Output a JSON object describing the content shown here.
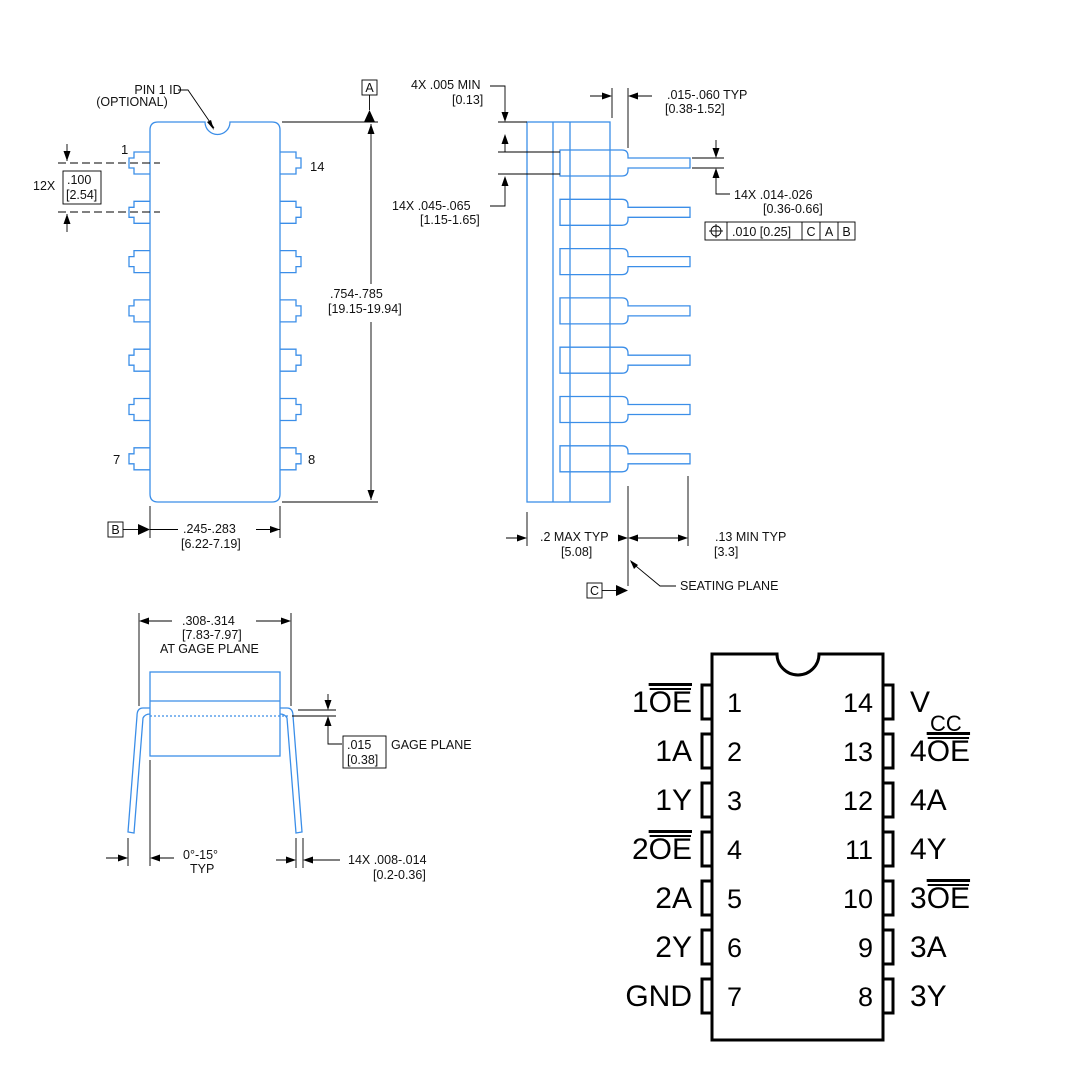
{
  "top_view": {
    "pin1_id": "PIN 1 ID",
    "pin1_optional": "(OPTIONAL)",
    "datum_a": "A",
    "datum_b": "B",
    "pin_1": "1",
    "pin_14": "14",
    "pin_7": "7",
    "pin_8": "8",
    "pitch_count": "12X",
    "pitch_in": ".100",
    "pitch_mm": "[2.54]",
    "length_in": ".754-.785",
    "length_mm": "[19.15-19.94]",
    "width_in": ".245-.283",
    "width_mm": "[6.22-7.19]"
  },
  "side_view": {
    "standoff_in": "4X .005 MIN",
    "standoff_mm": "[0.13]",
    "shoulder_in": ".015-.060  TYP",
    "shoulder_mm": "[0.38-1.52]",
    "lead_width_in": "14X .045-.065",
    "lead_width_mm": "[1.15-1.65]",
    "lead_thick_in": "14X .014-.026",
    "lead_thick_mm": "[0.36-0.66]",
    "tolerance_value": ".010 [0.25]",
    "tolerance_ref_c": "C",
    "tolerance_ref_a": "A",
    "tolerance_ref_b": "B",
    "height_in": ".2 MAX TYP",
    "height_mm": "[5.08]",
    "lead_len_in": ".13 MIN TYP",
    "lead_len_mm": "[3.3]",
    "datum_c": "C",
    "seating_plane": "SEATING PLANE"
  },
  "end_view": {
    "span_in": ".308-.314",
    "span_mm": "[7.83-7.97]",
    "span_note": "AT GAGE PLANE",
    "gage_in": ".015",
    "gage_mm": "[0.38]",
    "gage_label": "GAGE PLANE",
    "angle": "0°-15°",
    "angle_typ": "TYP",
    "lead_thk_in": "14X .008-.014",
    "lead_thk_mm": "[0.2-0.36]"
  },
  "pinout": {
    "left": [
      {
        "num": "1",
        "prefix": "1",
        "over": "OE",
        "suffix": ""
      },
      {
        "num": "2",
        "prefix": "1A",
        "over": "",
        "suffix": ""
      },
      {
        "num": "3",
        "prefix": "1Y",
        "over": "",
        "suffix": ""
      },
      {
        "num": "4",
        "prefix": "2",
        "over": "OE",
        "suffix": ""
      },
      {
        "num": "5",
        "prefix": "2A",
        "over": "",
        "suffix": ""
      },
      {
        "num": "6",
        "prefix": "2Y",
        "over": "",
        "suffix": ""
      },
      {
        "num": "7",
        "prefix": "GND",
        "over": "",
        "suffix": ""
      }
    ],
    "right": [
      {
        "num": "14",
        "prefix": "V",
        "over": "",
        "suffix": "CC"
      },
      {
        "num": "13",
        "prefix": "4",
        "over": "OE",
        "suffix": ""
      },
      {
        "num": "12",
        "prefix": "4A",
        "over": "",
        "suffix": ""
      },
      {
        "num": "11",
        "prefix": "4Y",
        "over": "",
        "suffix": ""
      },
      {
        "num": "10",
        "prefix": "3",
        "over": "OE",
        "suffix": ""
      },
      {
        "num": "9",
        "prefix": "3A",
        "over": "",
        "suffix": ""
      },
      {
        "num": "8",
        "prefix": "3Y",
        "over": "",
        "suffix": ""
      }
    ]
  },
  "colors": {
    "outline": "#3b8ee8",
    "dimension": "#000000",
    "chip": "#000000"
  }
}
